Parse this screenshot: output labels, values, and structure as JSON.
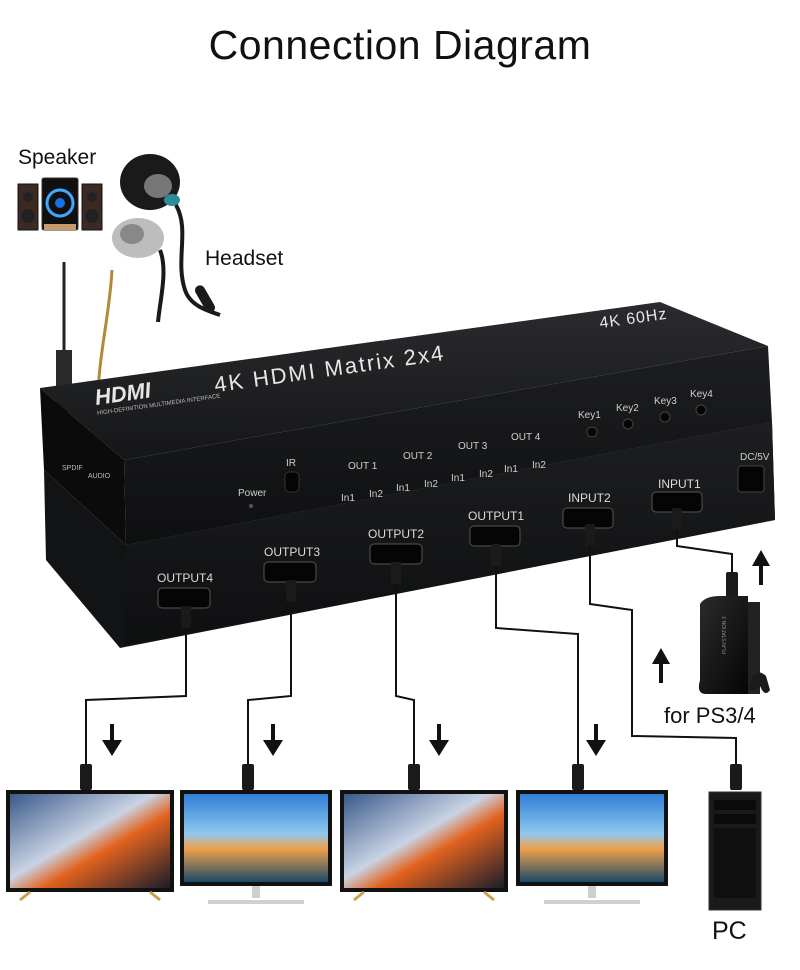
{
  "title": "Connection Diagram",
  "labels": {
    "speaker": "Speaker",
    "headset": "Headset",
    "ps": "for PS3/4",
    "pc": "PC"
  },
  "device": {
    "logo": "HDMI",
    "logo_sub": "HIGH-DEFINITION MULTIMEDIA INTERFACE",
    "model": "4K HDMI Matrix 2x4",
    "spec": "4K 60Hz",
    "keys": [
      "Key1",
      "Key2",
      "Key3",
      "Key4"
    ],
    "power": "Power",
    "ir": "IR",
    "outs": [
      "OUT 1",
      "OUT 2",
      "OUT 3",
      "OUT 4"
    ],
    "in1": "In1",
    "in2": "In2",
    "dc": "DC/5V",
    "spdif": "SPDIF",
    "audio": "AUDIO",
    "ports": [
      "OUTPUT4",
      "OUTPUT3",
      "OUTPUT2",
      "OUTPUT1",
      "INPUT2",
      "INPUT1"
    ]
  },
  "console_text": "PLAYSTATION 3",
  "colors": {
    "device": "#1b1c1e",
    "cable": "#111111",
    "accent": "#f3c200"
  }
}
